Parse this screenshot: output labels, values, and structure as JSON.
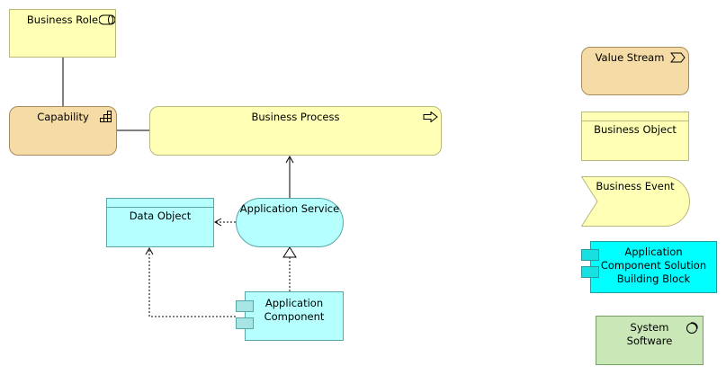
{
  "diagram": {
    "nodes": {
      "business_role": "Business Role",
      "capability": "Capability",
      "business_process": "Business Process",
      "data_object": "Data Object",
      "application_service": "Application Service",
      "application_component": "Application\nComponent",
      "value_stream": "Value Stream",
      "business_object": "Business Object",
      "business_event": "Business Event",
      "application_component_sbb": "Application\nComponent Solution\nBuilding Block",
      "system_software": "System\nSoftware"
    },
    "colors": {
      "business_yellow": "#ffffb5",
      "strategy_tan": "#f5dba5",
      "application_light_cyan": "#b5ffff",
      "solution_block_cyan": "#00ffff",
      "technology_green": "#c9e7b7"
    },
    "relations": [
      {
        "from": "business_role",
        "to": "capability",
        "type": "association"
      },
      {
        "from": "capability",
        "to": "business_process",
        "type": "association"
      },
      {
        "from": "application_service",
        "to": "business_process",
        "type": "serving"
      },
      {
        "from": "application_service",
        "to": "data_object",
        "type": "access"
      },
      {
        "from": "application_component",
        "to": "application_service",
        "type": "realization"
      },
      {
        "from": "application_component",
        "to": "data_object",
        "type": "access"
      }
    ]
  }
}
